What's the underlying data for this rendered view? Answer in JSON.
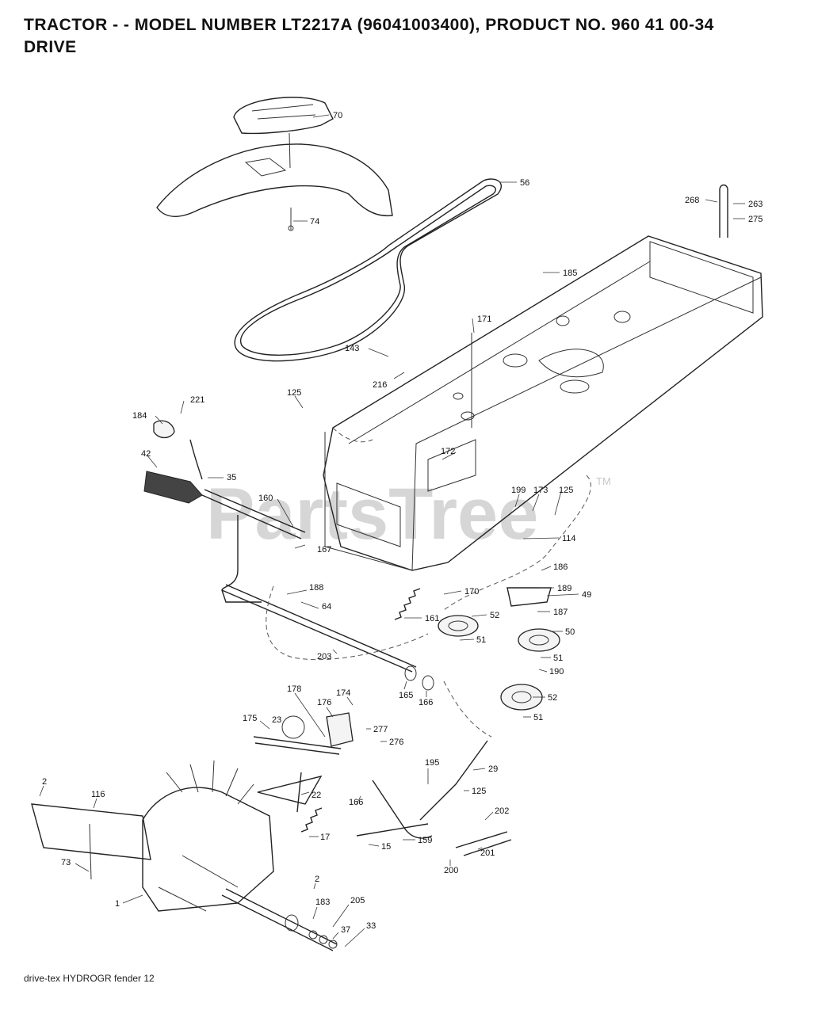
{
  "header": {
    "line1": "TRACTOR - - MODEL NUMBER LT2217A (96041003400), PRODUCT NO. 960 41 00-34",
    "line2": "DRIVE"
  },
  "footer": "drive-tex HYDROGR fender 12",
  "watermark": {
    "text": "PartsTree",
    "tm": "TM"
  },
  "part_labels": [
    "70",
    "56",
    "74",
    "268",
    "263",
    "275",
    "185",
    "171",
    "143",
    "216",
    "125",
    "221",
    "184",
    "42",
    "35",
    "172",
    "160",
    "167",
    "199",
    "173",
    "125",
    "114",
    "186",
    "188",
    "189",
    "49",
    "170",
    "64",
    "161",
    "52",
    "187",
    "51",
    "50",
    "203",
    "165",
    "166",
    "51",
    "190",
    "178",
    "174",
    "52",
    "176",
    "175",
    "23",
    "51",
    "277",
    "276",
    "195",
    "29",
    "2",
    "116",
    "22",
    "166",
    "125",
    "202",
    "17",
    "15",
    "159",
    "73",
    "200",
    "201",
    "2",
    "1",
    "183",
    "205",
    "37",
    "33"
  ]
}
